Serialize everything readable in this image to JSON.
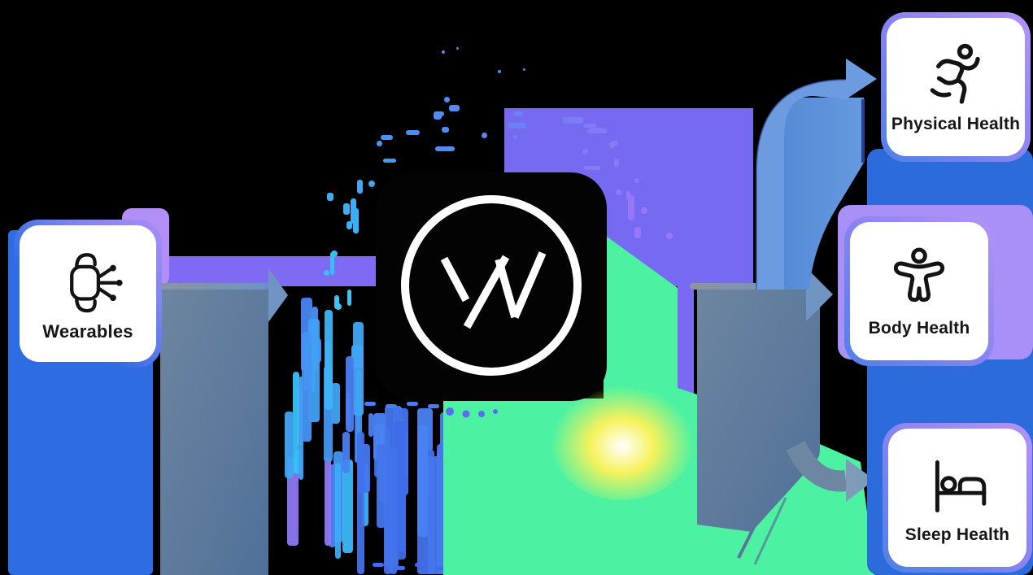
{
  "nodes": {
    "wearables": {
      "label": "Wearables",
      "icon": "smartwatch-data-icon"
    },
    "hub": {
      "icon": "whoop-logo",
      "mark": "W"
    },
    "outputs": [
      {
        "id": "physical",
        "label": "Physical Health",
        "icon": "running-person-icon"
      },
      {
        "id": "body",
        "label": "Body Health",
        "icon": "standing-person-icon"
      },
      {
        "id": "sleep",
        "label": "Sleep Health",
        "icon": "bed-icon"
      }
    ]
  },
  "colors": {
    "background": "#000000",
    "blue_backdrop_left": "#2e6ce3",
    "blue_backdrop_right": "#2b6bdb",
    "purple_glow": "#7a68f3",
    "purple_panel": "#a98ff8",
    "green_glow": "#4cf2a2",
    "yellow_hotspot": "#f6f25b",
    "arrow_gray": "#5d7b9a",
    "ribbon_blue": "#6d9be0",
    "particle_cyan": "#38c2f6",
    "particle_blue": "#4a7df2",
    "particle_purple": "#8f76f5",
    "card_background": "#ffffff",
    "label_text": "#161616"
  }
}
